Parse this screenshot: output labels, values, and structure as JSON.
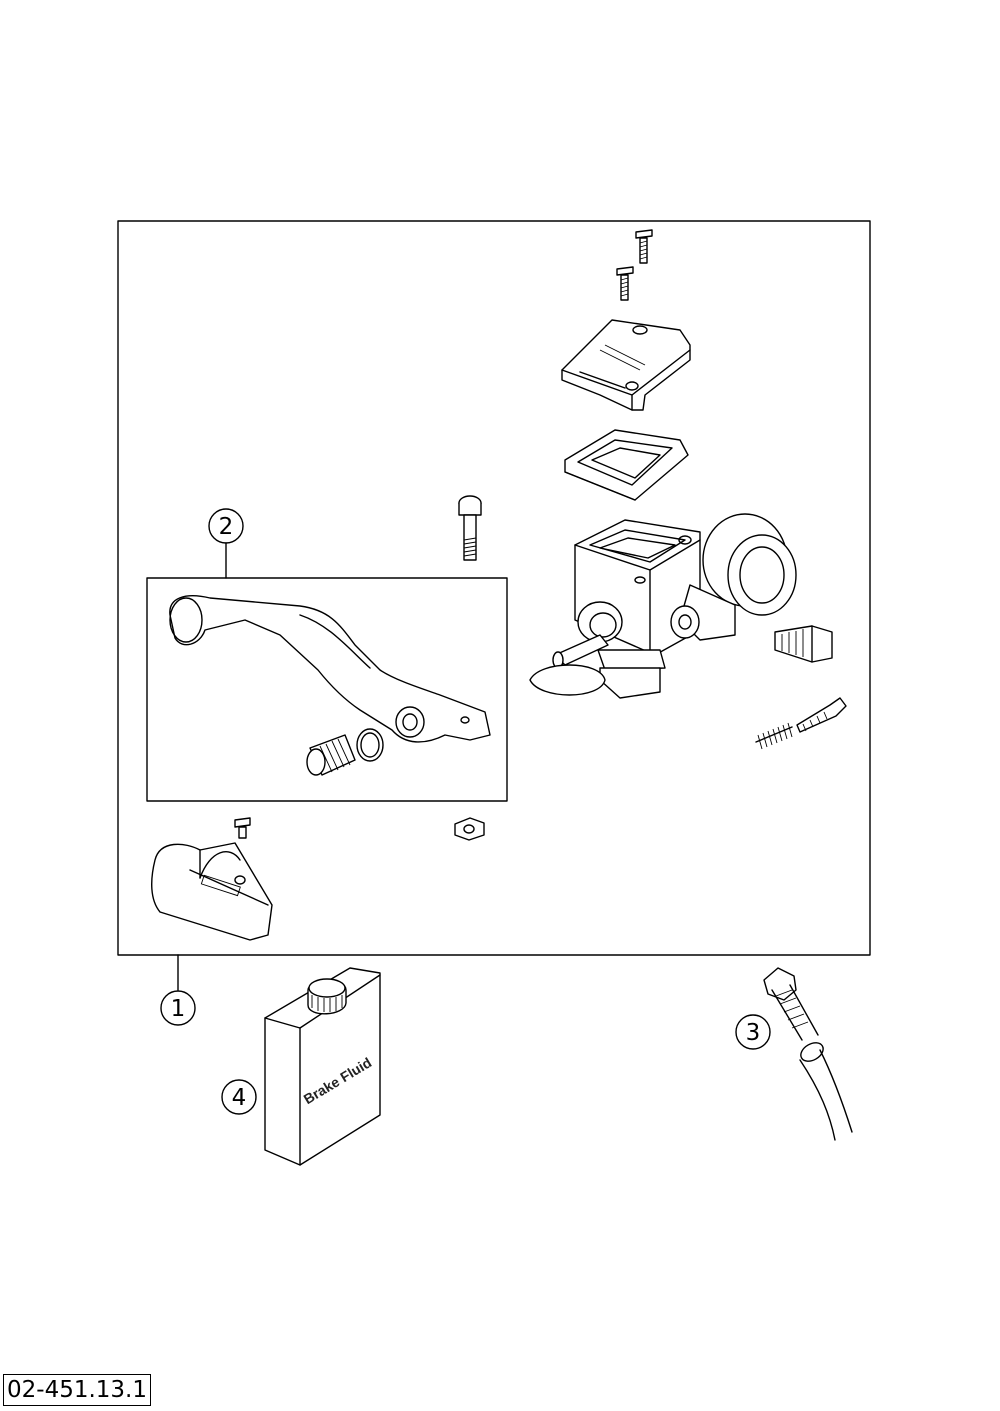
{
  "diagram": {
    "callouts": [
      {
        "id": "1",
        "label": "1"
      },
      {
        "id": "2",
        "label": "2"
      },
      {
        "id": "3",
        "label": "3"
      },
      {
        "id": "4",
        "label": "4"
      }
    ],
    "container_label": "Brake Fluid",
    "reference_code": "02-451.13.1",
    "line_color": "#000000",
    "background": "#ffffff"
  }
}
